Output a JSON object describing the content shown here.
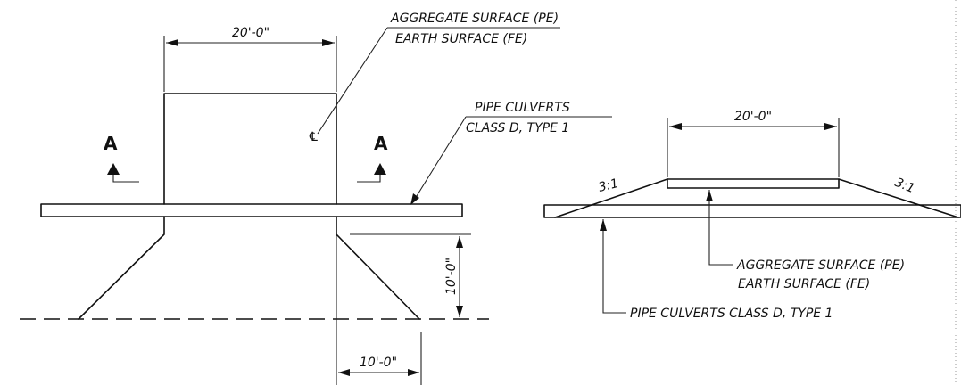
{
  "plan_view": {
    "top_width": "20'-0\"",
    "surface_line1": "AGGREGATE SURFACE (PE)",
    "surface_line2": "EARTH SURFACE (FE)",
    "pipe_line1": "PIPE CULVERTS",
    "pipe_line2": "CLASS D, TYPE 1",
    "centerline_symbol": "℄",
    "section_left": "A",
    "section_right": "A",
    "flare_length": "10'-0\"",
    "flare_offset": "10'-0\""
  },
  "section_view": {
    "top_width": "20'-0\"",
    "slope_left": "3:1",
    "slope_right": "3:1",
    "surface_line1": "AGGREGATE SURFACE (PE)",
    "surface_line2": "EARTH SURFACE (FE)",
    "pipe_label": "PIPE CULVERTS CLASS D, TYPE 1"
  }
}
